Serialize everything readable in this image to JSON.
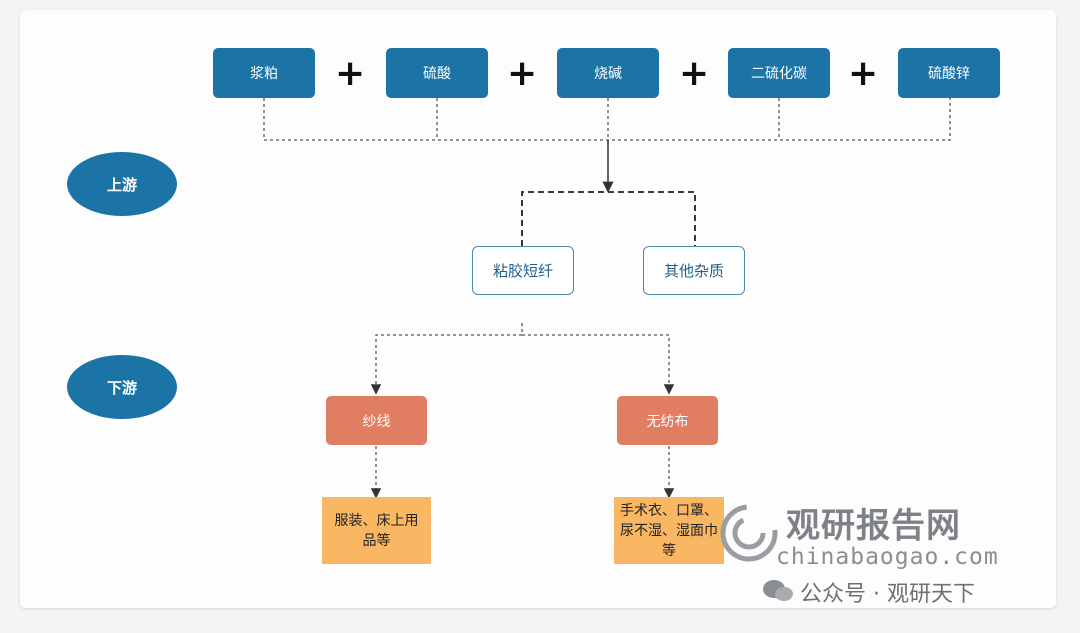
{
  "upstream_materials": [
    "浆粕",
    "硫酸",
    "烧碱",
    "二硫化碳",
    "硫酸锌"
  ],
  "plus_sign": "+",
  "stage_labels": {
    "upstream": "上游",
    "downstream": "下游"
  },
  "midstream_products": [
    "粘胶短纤",
    "其他杂质"
  ],
  "downstream_products": [
    "纱线",
    "无纺布"
  ],
  "end_uses": [
    "服装、床上用品等",
    "手术衣、口罩、尿不湿、湿面巾等"
  ],
  "watermark": {
    "title": "观研报告网",
    "url": "chinabaogao.com",
    "social": "公众号 · 观研天下"
  },
  "colors": {
    "blue": "#1b73a6",
    "salmon": "#e07d62",
    "yellow": "#f9b663",
    "outline": "#4a88b2"
  }
}
